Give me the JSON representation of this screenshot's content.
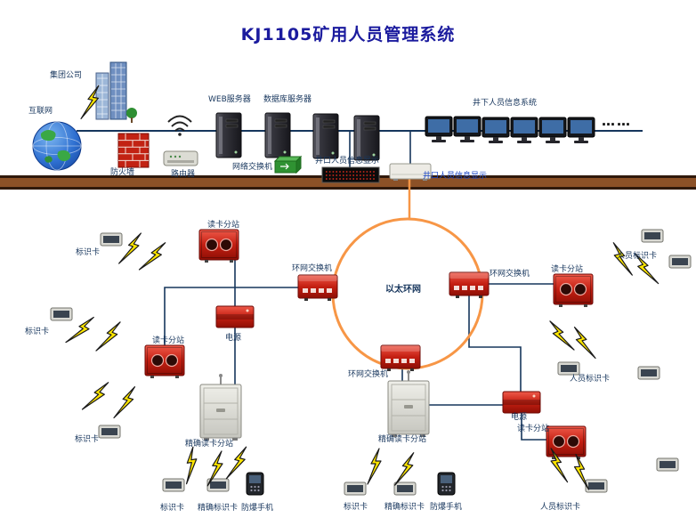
{
  "title": "KJ1105矿用人员管理系统",
  "colors": {
    "title": "#1b1b9e",
    "label": "#17365d",
    "label_blue": "#1f49c7",
    "line": "#16365c",
    "ring": "#f79646",
    "bolt": "#ffe600",
    "device_red": "#c41f12",
    "ground": "#8c5127"
  },
  "surface": {
    "group_company": "集团公司",
    "internet": "互联网",
    "firewall": "防火墙",
    "router": "路由器",
    "web_server": "WEB服务器",
    "database_server": "数据库服务器",
    "network_switch": "网络交换机",
    "wellhead_info_display": "井口人员信息显示",
    "underground_info_system": "井下人员信息系统",
    "ellipsis": "……"
  },
  "underground": {
    "ethernet_ring": "以太环网",
    "ring_switch": "环网交换机",
    "card_reader_substation": "读卡分站",
    "power_supply": "电源",
    "precise_card_reader_substation": "精确读卡分站",
    "id_card": "标识卡",
    "precise_id_card": "精确标识卡",
    "personnel_id_card": "人员标识卡",
    "explosion_proof_phone": "防爆手机"
  }
}
